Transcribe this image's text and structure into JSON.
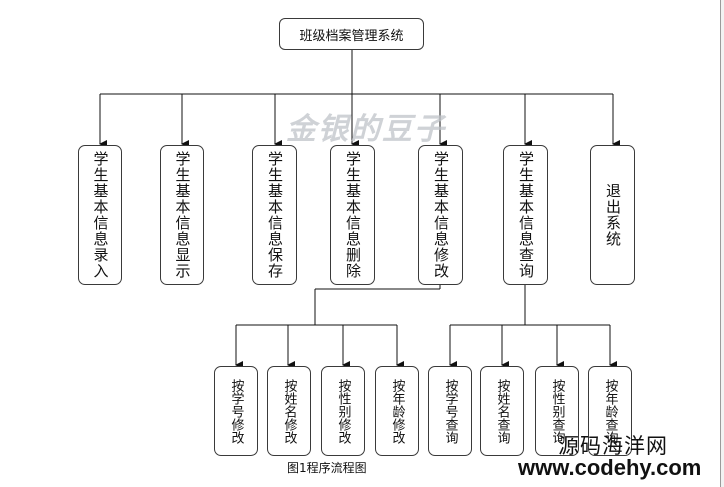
{
  "diagram": {
    "root": "班级档案管理系统",
    "modules": [
      {
        "id": "entry",
        "label": "学生基本信息录入"
      },
      {
        "id": "display",
        "label": "学生基本信息显示"
      },
      {
        "id": "save",
        "label": "学生基本信息保存"
      },
      {
        "id": "delete",
        "label": "学生基本信息删除"
      },
      {
        "id": "modify",
        "label": "学生基本信息修改"
      },
      {
        "id": "query",
        "label": "学生基本信息查询"
      },
      {
        "id": "exit",
        "label": "退出系统"
      }
    ],
    "modify_group": [
      {
        "label": "按学号修改"
      },
      {
        "label": "按姓名修改"
      },
      {
        "label": "按性别修改"
      },
      {
        "label": "按年龄修改"
      }
    ],
    "query_group": [
      {
        "label": "按学号查询"
      },
      {
        "label": "按姓名查询"
      },
      {
        "label": "按性别查询"
      },
      {
        "label": "按年龄查询"
      }
    ]
  },
  "watermark": "金银的豆子",
  "caption": "图1程序流程图",
  "site": {
    "name": "源码海洋网",
    "url": "www.codehy.com"
  }
}
